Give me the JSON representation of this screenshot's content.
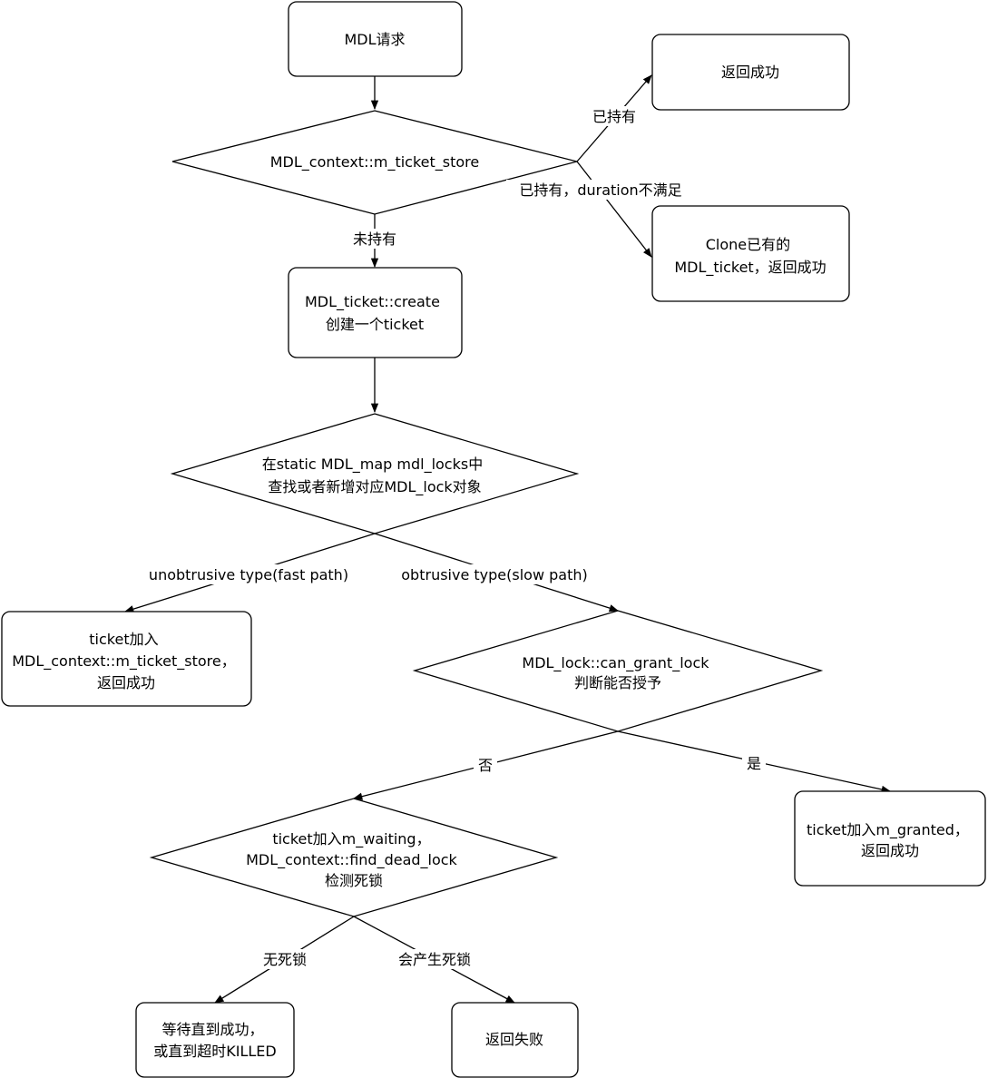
{
  "nodes": {
    "mdl_request": [
      "MDL请求"
    ],
    "return_success_top": [
      "返回成功"
    ],
    "ticket_store_check": [
      "MDL_context::m_ticket_store"
    ],
    "clone_ticket": [
      "Clone已有的",
      "MDL_ticket，返回成功"
    ],
    "create_ticket": [
      "MDL_ticket::create",
      "创建一个ticket"
    ],
    "find_lock": [
      "在static MDL_map mdl_locks中",
      "查找或者新增对应MDL_lock对象"
    ],
    "fast_path_result": [
      "ticket加入",
      "MDL_context::m_ticket_store，",
      "返回成功"
    ],
    "can_grant": [
      "MDL_lock::can_grant_lock",
      "判断能否授予"
    ],
    "granted_result": [
      "ticket加入m_granted，",
      "返回成功"
    ],
    "waiting_check": [
      "ticket加入m_waiting，",
      "MDL_context::find_dead_lock",
      "检测死锁"
    ],
    "wait_result": [
      "等待直到成功，",
      "或直到超时KILLED"
    ],
    "fail_result": [
      "返回失败"
    ]
  },
  "edges": {
    "held": "已持有",
    "held_duration": "已持有，duration不满足",
    "not_held": "未持有",
    "fast": "unobtrusive type(fast path)",
    "slow": "obtrusive type(slow path)",
    "no": "否",
    "yes": "是",
    "no_deadlock": "无死锁",
    "deadlock": "会产生死锁"
  }
}
